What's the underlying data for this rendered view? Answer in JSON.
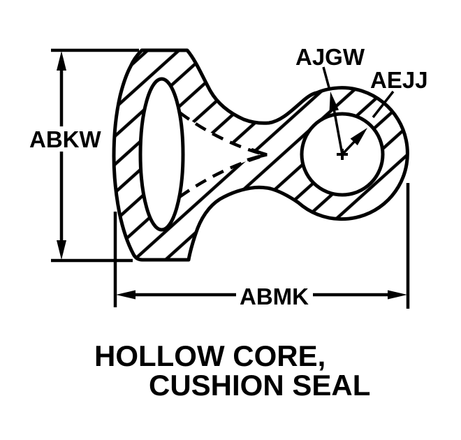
{
  "title": {
    "line1": "HOLLOW CORE,",
    "line2": "CUSHION SEAL"
  },
  "labels": {
    "height": "ABKW",
    "width": "ABMK",
    "outer_radius": "AJGW",
    "bore_radius": "AEJJ"
  },
  "colors": {
    "ink": "#000000",
    "paper": "#ffffff"
  }
}
